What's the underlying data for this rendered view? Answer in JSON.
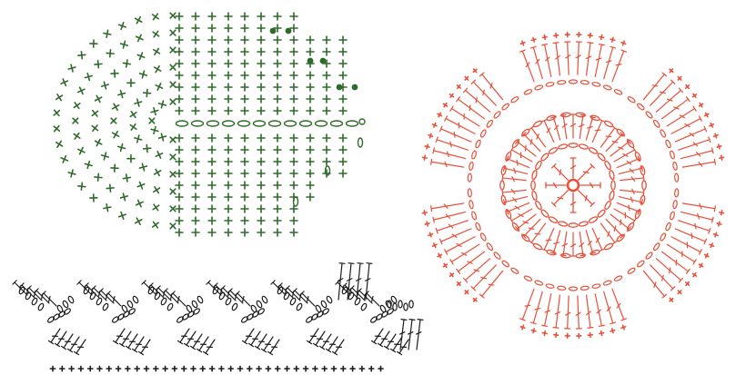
{
  "colors": {
    "background": "#ffffff",
    "green_chart": "#2f6a2a",
    "black_chart": "#1c1c1c",
    "red_chart": "#e8503a"
  },
  "diagrams": [
    {
      "name": "oval-sole-chart",
      "symbols": [
        "single-crochet",
        "chain",
        "slip-stitch"
      ],
      "color_key": "green_chart"
    },
    {
      "name": "zigzag-border-chart",
      "symbols": [
        "double-crochet",
        "chain",
        "single-crochet"
      ],
      "color_key": "black_chart"
    },
    {
      "name": "six-petal-motif-chart",
      "symbols": [
        "double-crochet",
        "chain",
        "single-crochet",
        "magic-ring"
      ],
      "color_key": "red_chart"
    }
  ]
}
